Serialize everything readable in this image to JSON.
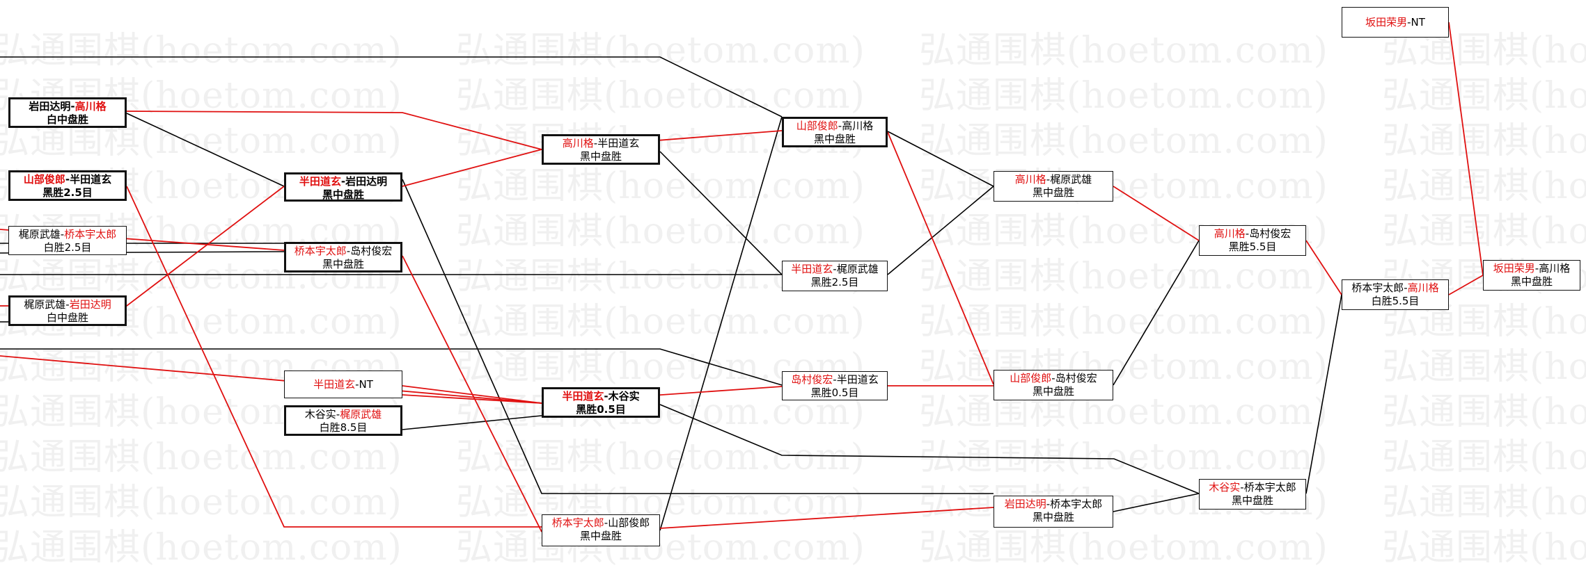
{
  "watermark": "弘通围棋(hoetom.com)",
  "colors": {
    "winner": "#e01010",
    "line": "#000000"
  },
  "matches": [
    {
      "id": "m1",
      "p1": "岩田达明",
      "p2": "高川格",
      "winner": 2,
      "result": "白中盘胜"
    },
    {
      "id": "m2",
      "p1": "山部俊郎",
      "p2": "半田道玄",
      "winner": 1,
      "result": "黑胜2.5目"
    },
    {
      "id": "m3",
      "p1": "梶原武雄",
      "p2": "桥本宇太郎",
      "winner": 2,
      "result": "白胜2.5目"
    },
    {
      "id": "m4",
      "p1": "梶原武雄",
      "p2": "岩田达明",
      "winner": 2,
      "result": "白中盘胜"
    },
    {
      "id": "m5",
      "p1": "半田道玄",
      "p2": "岩田达明",
      "winner": 1,
      "result": "黑中盘胜"
    },
    {
      "id": "m6",
      "p1": "桥本宇太郎",
      "p2": "岛村俊宏",
      "winner": 1,
      "result": "黑中盘胜"
    },
    {
      "id": "m7",
      "p1": "半田道玄",
      "p2": "NT",
      "winner": 1,
      "result": ""
    },
    {
      "id": "m8",
      "p1": "木谷实",
      "p2": "梶原武雄",
      "winner": 2,
      "result": "白胜8.5目"
    },
    {
      "id": "m9",
      "p1": "高川格",
      "p2": "半田道玄",
      "winner": 1,
      "result": "黑中盘胜"
    },
    {
      "id": "m10",
      "p1": "半田道玄",
      "p2": "木谷实",
      "winner": 1,
      "result": "黑胜0.5目"
    },
    {
      "id": "m11",
      "p1": "桥本宇太郎",
      "p2": "山部俊郎",
      "winner": 1,
      "result": "黑中盘胜"
    },
    {
      "id": "m12",
      "p1": "山部俊郎",
      "p2": "高川格",
      "winner": 1,
      "result": "黑中盘胜"
    },
    {
      "id": "m13",
      "p1": "半田道玄",
      "p2": "梶原武雄",
      "winner": 1,
      "result": "黑胜2.5目"
    },
    {
      "id": "m14",
      "p1": "岛村俊宏",
      "p2": "半田道玄",
      "winner": 1,
      "result": "黑胜0.5目"
    },
    {
      "id": "m15",
      "p1": "高川格",
      "p2": "梶原武雄",
      "winner": 1,
      "result": "黑中盘胜"
    },
    {
      "id": "m16",
      "p1": "山部俊郎",
      "p2": "岛村俊宏",
      "winner": 1,
      "result": "黑中盘胜"
    },
    {
      "id": "m17",
      "p1": "岩田达明",
      "p2": "桥本宇太郎",
      "winner": 1,
      "result": "黑中盘胜"
    },
    {
      "id": "m18",
      "p1": "高川格",
      "p2": "岛村俊宏",
      "winner": 1,
      "result": "黑胜5.5目"
    },
    {
      "id": "m19",
      "p1": "木谷实",
      "p2": "桥本宇太郎",
      "winner": 1,
      "result": "黑中盘胜"
    },
    {
      "id": "m20",
      "p1": "桥本宇太郎",
      "p2": "高川格",
      "winner": 2,
      "result": "白胜5.5目"
    },
    {
      "id": "m21",
      "p1": "坂田荣男",
      "p2": "NT",
      "winner": 1,
      "result": ""
    },
    {
      "id": "m22",
      "p1": "坂田荣男",
      "p2": "高川格",
      "winner": 1,
      "result": "黑中盘胜"
    }
  ]
}
